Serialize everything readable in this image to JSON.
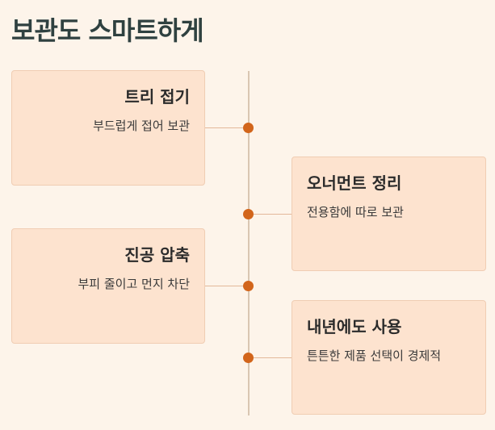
{
  "page": {
    "title": "보관도 스마트하게"
  },
  "timeline": {
    "items": [
      {
        "title": "트리 접기",
        "description": "부드럽게 접어 보관",
        "side": "left"
      },
      {
        "title": "오너먼트 정리",
        "description": "전용함에 따로 보관",
        "side": "right"
      },
      {
        "title": "진공 압축",
        "description": "부피 줄이고 먼지 차단",
        "side": "left"
      },
      {
        "title": "내년에도 사용",
        "description": "튼튼한 제품 선택이 경제적",
        "side": "right"
      }
    ]
  },
  "colors": {
    "background": "#fdf4ea",
    "card": "#fde3cf",
    "accent_dot": "#d2651b",
    "line": "#d9c6b2",
    "title": "#2f4140"
  }
}
